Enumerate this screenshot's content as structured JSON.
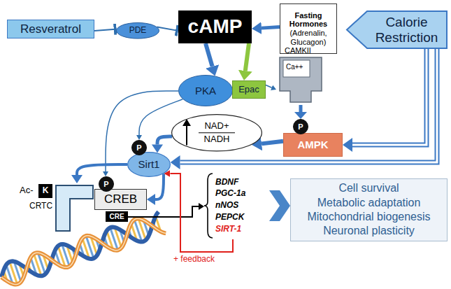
{
  "diagram": {
    "nodes": [
      {
        "text": [
          "Resveratrol"
        ]
      },
      {
        "text": [
          "PDE"
        ]
      },
      {
        "text": [
          "cAMP"
        ]
      },
      {
        "text": [
          "Fasting Hormones",
          "(Adrenalin, Glucagon)"
        ]
      },
      {
        "text": [
          "Calorie Restriction"
        ]
      },
      {
        "text": [
          "PKA"
        ]
      },
      {
        "text": [
          "Epac"
        ]
      },
      {
        "text": [
          "CAMKII",
          "Ca++"
        ]
      },
      {
        "text": [
          "P"
        ]
      },
      {
        "text": [
          "AMPK"
        ]
      },
      {
        "text": [
          "NAD+",
          "NADH"
        ]
      },
      {
        "text": [
          "P"
        ]
      },
      {
        "text": [
          "Sirt1"
        ]
      },
      {
        "text": [
          "K"
        ]
      },
      {
        "text": [
          "CRTC"
        ]
      },
      {
        "text": [
          "P"
        ]
      },
      {
        "text": [
          "CREB"
        ]
      },
      {
        "text": [
          "CRE"
        ]
      },
      {
        "text": [
          "BDNF",
          "PGC-1a",
          "nNOS",
          "PEPCK",
          "SIRT-1"
        ]
      },
      {
        "text": [
          "Cell survival",
          "Metabolic adaptation",
          "Mitochondrial biogenesis",
          "Neuronal plasticity"
        ]
      }
    ],
    "edges": [
      {
        "from": 0,
        "to": 1,
        "arrow": "to"
      },
      {
        "from": 1,
        "to": 2,
        "arrow": "to"
      },
      {
        "from": 3,
        "to": 2,
        "arrow": "to"
      },
      {
        "from": 2,
        "to": 5,
        "arrow": "to"
      },
      {
        "from": 2,
        "to": 6,
        "arrow": "to"
      },
      {
        "from": 6,
        "to": 7,
        "arrow": "to"
      },
      {
        "from": 7,
        "to": 8,
        "arrow": "to"
      },
      {
        "from": 4,
        "to": 9,
        "arrow": "to"
      },
      {
        "from": 4,
        "to": 12,
        "arrow": "to"
      },
      {
        "from": 9,
        "to": 10,
        "arrow": "to"
      },
      {
        "from": 10,
        "to": 12,
        "arrow": "to"
      },
      {
        "from": 5,
        "to": 11,
        "arrow": "to"
      },
      {
        "from": 5,
        "to": 15,
        "arrow": "to"
      },
      {
        "from": 12,
        "to": 14,
        "arrow": "to"
      },
      {
        "from": 12,
        "to": 16,
        "arrow": "to"
      },
      {
        "from": 17,
        "to": 18,
        "arrow": "to"
      },
      {
        "from": 18,
        "to": 12,
        "label": "+ feedback",
        "arrow": "to"
      },
      {
        "from": 18,
        "to": 19,
        "arrow": "to"
      }
    ],
    "labels": [
      "Ac-"
    ]
  }
}
